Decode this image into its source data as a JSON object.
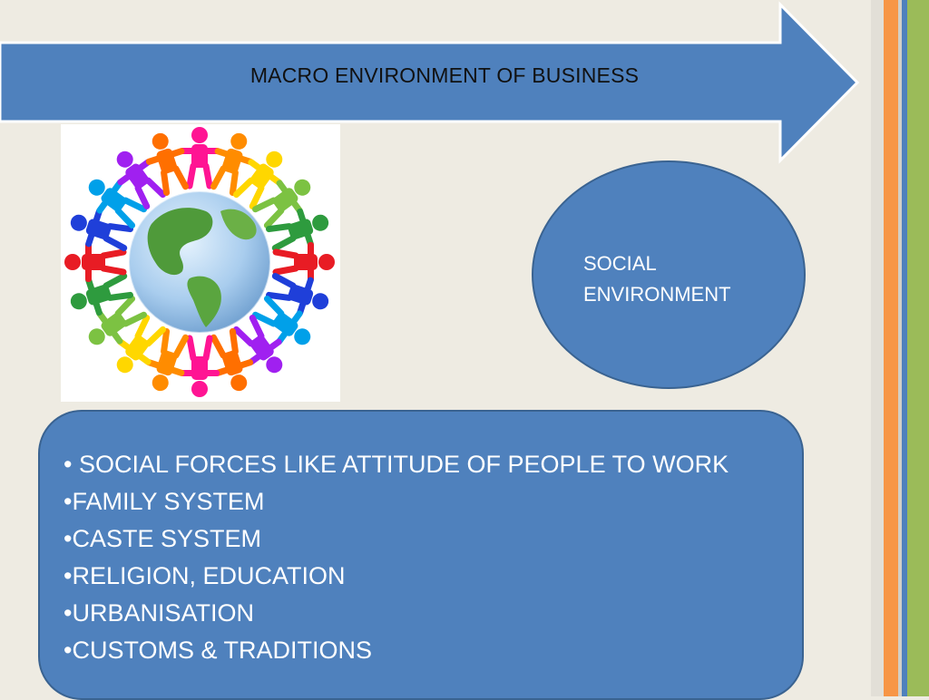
{
  "title": "MACRO ENVIRONMENT OF BUSINESS",
  "ellipse_label": [
    "SOCIAL",
    "ENVIRONMENT"
  ],
  "bullets": [
    " SOCIAL FORCES LIKE ATTITUDE OF PEOPLE TO WORK",
    "FAMILY SYSTEM",
    "CASTE SYSTEM",
    "RELIGION, EDUCATION",
    "URBANISATION",
    "CUSTOMS & TRADITIONS"
  ],
  "bullet_glyph": "•",
  "image": {
    "icon": "globe-with-people-holding-hands-icon"
  },
  "colors": {
    "background": "#eeebe2",
    "shape_fill": "#4f81bd",
    "shape_border": "#3a6391",
    "stripe_orange": "#f79646",
    "stripe_blue": "#4f81bd",
    "stripe_green": "#9bbb59",
    "people": [
      "#ff1493",
      "#ff8c00",
      "#ffd700",
      "#7cc242",
      "#2e9b3e",
      "#e81c24",
      "#1f3fd9",
      "#00a0e9",
      "#a020f0",
      "#ff6f00"
    ]
  }
}
